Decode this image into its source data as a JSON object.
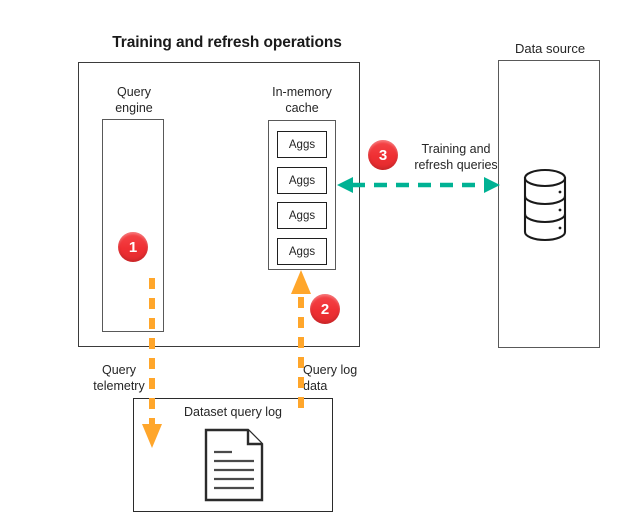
{
  "diagram": {
    "title": "Training and refresh operations",
    "data_source_title": "Data source",
    "query_engine_label": "Query\nengine",
    "query_engine_line1": "Query",
    "query_engine_line2": "engine",
    "cache_line1": "In-memory",
    "cache_line2": "cache",
    "agg_boxes": [
      {
        "label": "Aggs"
      },
      {
        "label": "Aggs"
      },
      {
        "label": "Aggs"
      },
      {
        "label": "Aggs"
      }
    ],
    "badges": [
      {
        "number": "1"
      },
      {
        "number": "2"
      },
      {
        "number": "3"
      }
    ],
    "arrows": {
      "green_label_line1": "Training and",
      "green_label_line2": "refresh queries",
      "telemetry_line1": "Query",
      "telemetry_line2": "telemetry",
      "querylog_line1": "Query log",
      "querylog_line2": "data"
    },
    "log_box_title": "Dataset query log",
    "icons": {
      "database": "database-cylinder-icon",
      "document": "document-page-icon"
    },
    "colors": {
      "badge_red": "#EF2F33",
      "arrow_green": "#00B294",
      "arrow_orange": "#FFA62B",
      "border_dark": "#3B3B3B",
      "border_gray": "#595959",
      "text": "#262626",
      "background": "#FFFFFF"
    }
  }
}
